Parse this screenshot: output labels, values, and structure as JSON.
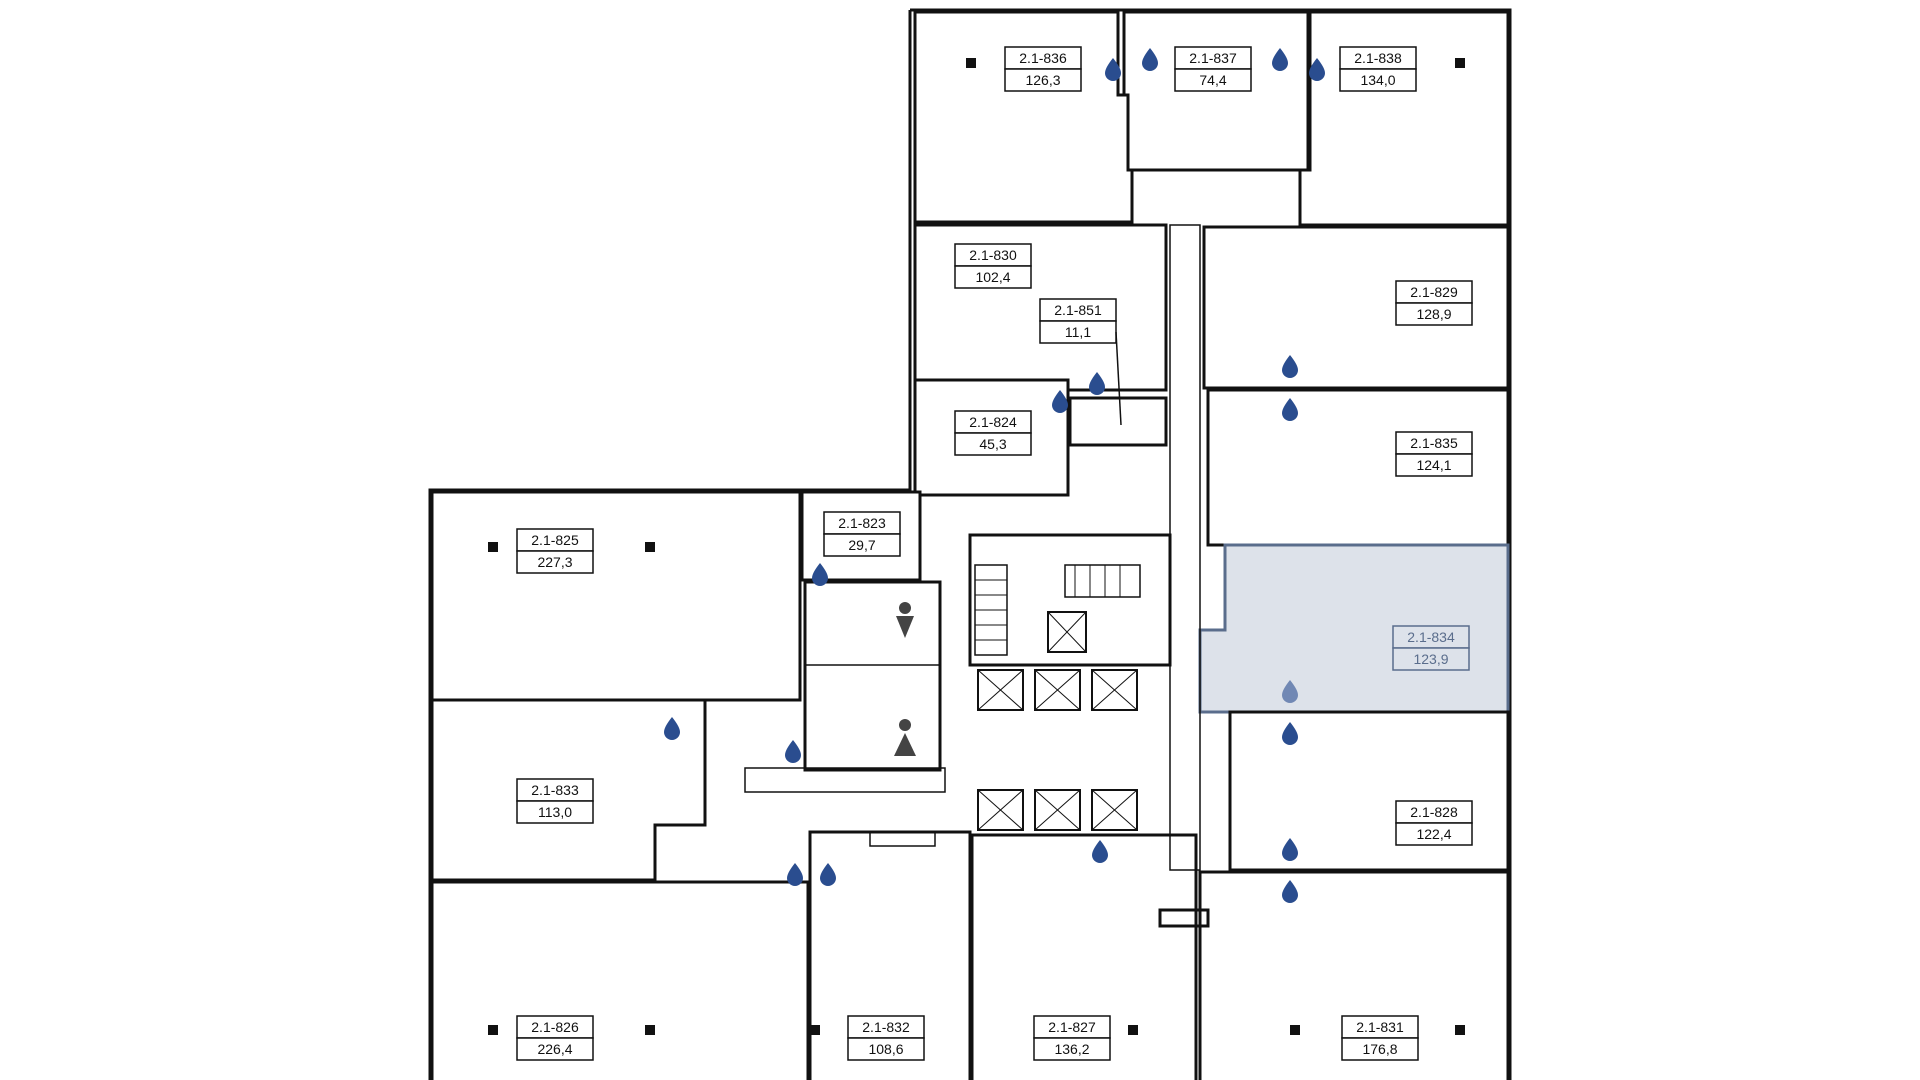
{
  "floor_plan": {
    "selected_room": "2.1-834",
    "colors": {
      "selected_fill": "#dde2ea",
      "selected_stroke": "#5a6d8c",
      "water_icon": "#2a4d8f",
      "wall": "#111111"
    },
    "rooms": [
      {
        "id": "2.1-836",
        "area": "126,3"
      },
      {
        "id": "2.1-837",
        "area": "74,4"
      },
      {
        "id": "2.1-838",
        "area": "134,0"
      },
      {
        "id": "2.1-830",
        "area": "102,4"
      },
      {
        "id": "2.1-851",
        "area": "11,1"
      },
      {
        "id": "2.1-829",
        "area": "128,9"
      },
      {
        "id": "2.1-824",
        "area": "45,3"
      },
      {
        "id": "2.1-835",
        "area": "124,1"
      },
      {
        "id": "2.1-825",
        "area": "227,3"
      },
      {
        "id": "2.1-823",
        "area": "29,7"
      },
      {
        "id": "2.1-834",
        "area": "123,9"
      },
      {
        "id": "2.1-833",
        "area": "113,0"
      },
      {
        "id": "2.1-828",
        "area": "122,4"
      },
      {
        "id": "2.1-826",
        "area": "226,4"
      },
      {
        "id": "2.1-832",
        "area": "108,6"
      },
      {
        "id": "2.1-827",
        "area": "136,2"
      },
      {
        "id": "2.1-831",
        "area": "176,8"
      }
    ],
    "icons": [
      "water-drop-icon",
      "male-restroom-icon",
      "female-restroom-icon",
      "elevator-icon",
      "stair-icon"
    ]
  }
}
